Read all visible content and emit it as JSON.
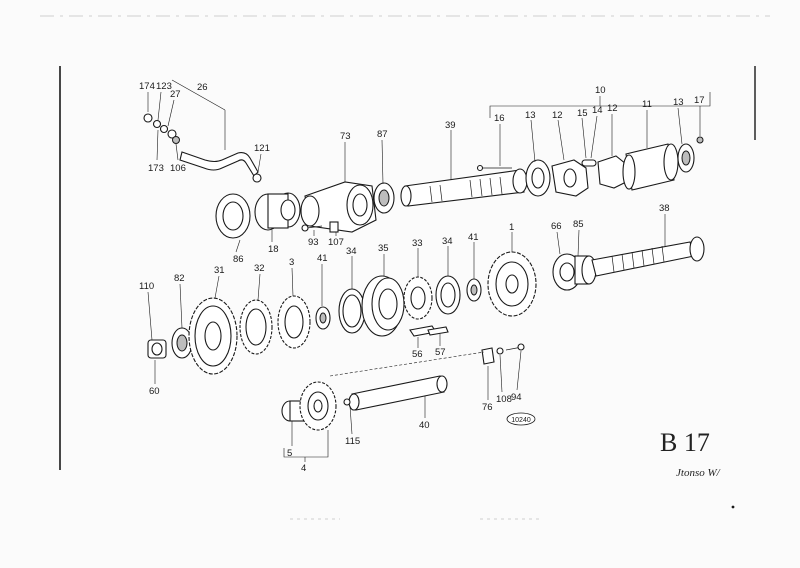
{
  "diagram": {
    "labels": {
      "p174": "174",
      "p123": "123",
      "p27": "27",
      "p26": "26",
      "p173": "173",
      "p106": "106",
      "p121": "121",
      "p73": "73",
      "p87": "87",
      "p39": "39",
      "p10": "10",
      "p16": "16",
      "p13a": "13",
      "p12a": "12",
      "p15": "15",
      "p14": "14",
      "p12b": "12",
      "p11": "11",
      "p13b": "13",
      "p17": "17",
      "p86": "86",
      "p18": "18",
      "p93": "93",
      "p107": "107",
      "p66": "66",
      "p85": "85",
      "p38": "38",
      "p110": "110",
      "p82": "82",
      "p31": "31",
      "p32": "32",
      "p3": "3",
      "p41a": "41",
      "p34a": "34",
      "p35": "35",
      "p33": "33",
      "p34b": "34",
      "p41b": "41",
      "p1": "1",
      "p60": "60",
      "p56": "56",
      "p57": "57",
      "p76": "76",
      "p108": "108",
      "p94": "94",
      "p5": "5",
      "p4": "4",
      "p115": "115",
      "p40": "40",
      "ref": "10240"
    },
    "handwritten_code": "B 17",
    "handwritten_note": "Jtonso W/"
  }
}
